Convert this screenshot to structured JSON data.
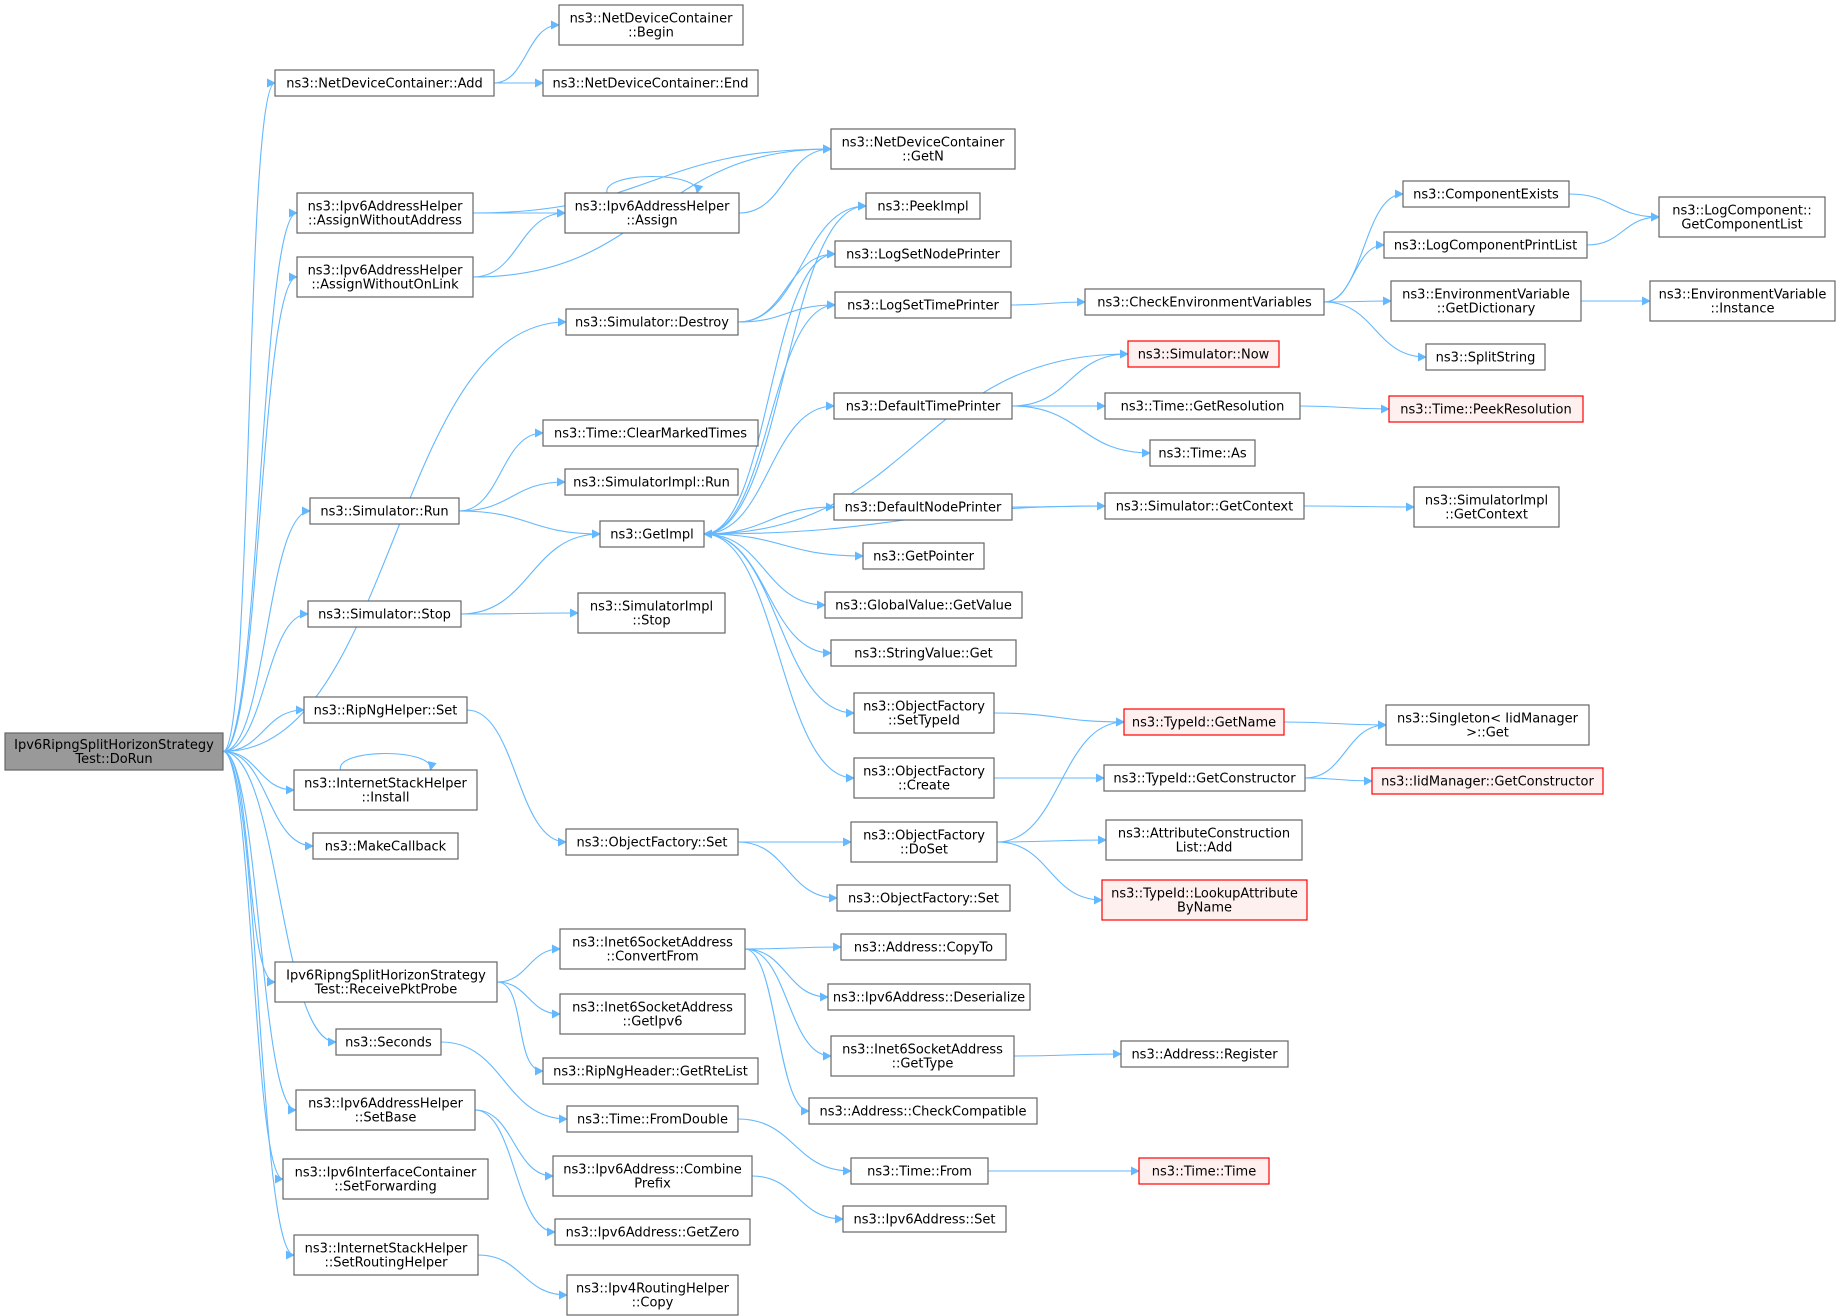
{
  "colors": {
    "edge": "#63b8ff",
    "box_border": "#666666",
    "box_fill": "#ffffff",
    "root_fill": "#999999",
    "root_border": "#666666",
    "truncated_border": "#ff0000",
    "truncated_fill": "#fff0f0"
  },
  "nodes": [
    {
      "id": "root",
      "lines": [
        "Ipv6RipngSplitHorizonStrategy",
        "Test::DoRun"
      ],
      "style": "root"
    },
    {
      "id": "ndc_add",
      "lines": [
        "ns3::NetDeviceContainer::Add"
      ],
      "style": "normal"
    },
    {
      "id": "ndc_begin",
      "lines": [
        "ns3::NetDeviceContainer",
        "::Begin"
      ],
      "style": "normal"
    },
    {
      "id": "ndc_end",
      "lines": [
        "ns3::NetDeviceContainer::End"
      ],
      "style": "normal"
    },
    {
      "id": "ndc_getn",
      "lines": [
        "ns3::NetDeviceContainer",
        "::GetN"
      ],
      "style": "normal"
    },
    {
      "id": "awa",
      "lines": [
        "ns3::Ipv6AddressHelper",
        "::AssignWithoutAddress"
      ],
      "style": "normal"
    },
    {
      "id": "awol",
      "lines": [
        "ns3::Ipv6AddressHelper",
        "::AssignWithoutOnLink"
      ],
      "style": "normal"
    },
    {
      "id": "assign",
      "lines": [
        "ns3::Ipv6AddressHelper",
        "::Assign"
      ],
      "style": "normal"
    },
    {
      "id": "destroy",
      "lines": [
        "ns3::Simulator::Destroy"
      ],
      "style": "normal"
    },
    {
      "id": "peekimpl",
      "lines": [
        "ns3::PeekImpl"
      ],
      "style": "normal"
    },
    {
      "id": "logsetnode",
      "lines": [
        "ns3::LogSetNodePrinter"
      ],
      "style": "normal"
    },
    {
      "id": "logsettime",
      "lines": [
        "ns3::LogSetTimePrinter"
      ],
      "style": "normal"
    },
    {
      "id": "checkenv",
      "lines": [
        "ns3::CheckEnvironmentVariables"
      ],
      "style": "normal"
    },
    {
      "id": "compexists",
      "lines": [
        "ns3::ComponentExists"
      ],
      "style": "normal"
    },
    {
      "id": "logcompprint",
      "lines": [
        "ns3::LogComponentPrintList"
      ],
      "style": "normal"
    },
    {
      "id": "getcomplist",
      "lines": [
        "ns3::LogComponent::",
        "GetComponentList"
      ],
      "style": "normal"
    },
    {
      "id": "envdict",
      "lines": [
        "ns3::EnvironmentVariable",
        "::GetDictionary"
      ],
      "style": "normal"
    },
    {
      "id": "envinst",
      "lines": [
        "ns3::EnvironmentVariable",
        "::Instance"
      ],
      "style": "normal"
    },
    {
      "id": "splitstring",
      "lines": [
        "ns3::SplitString"
      ],
      "style": "normal"
    },
    {
      "id": "simnow",
      "lines": [
        "ns3::Simulator::Now"
      ],
      "style": "truncated"
    },
    {
      "id": "deftimeprinter",
      "lines": [
        "ns3::DefaultTimePrinter"
      ],
      "style": "normal"
    },
    {
      "id": "getres",
      "lines": [
        "ns3::Time::GetResolution"
      ],
      "style": "normal"
    },
    {
      "id": "peekres",
      "lines": [
        "ns3::Time::PeekResolution"
      ],
      "style": "truncated"
    },
    {
      "id": "timeas",
      "lines": [
        "ns3::Time::As"
      ],
      "style": "normal"
    },
    {
      "id": "clearmarked",
      "lines": [
        "ns3::Time::ClearMarkedTimes"
      ],
      "style": "normal"
    },
    {
      "id": "simrun",
      "lines": [
        "ns3::Simulator::Run"
      ],
      "style": "normal"
    },
    {
      "id": "simimplrun",
      "lines": [
        "ns3::SimulatorImpl::Run"
      ],
      "style": "normal"
    },
    {
      "id": "getimpl",
      "lines": [
        "ns3::GetImpl"
      ],
      "style": "normal"
    },
    {
      "id": "defnodeprinter",
      "lines": [
        "ns3::DefaultNodePrinter"
      ],
      "style": "normal"
    },
    {
      "id": "simgetctx",
      "lines": [
        "ns3::Simulator::GetContext"
      ],
      "style": "normal"
    },
    {
      "id": "simimplgetctx",
      "lines": [
        "ns3::SimulatorImpl",
        "::GetContext"
      ],
      "style": "normal"
    },
    {
      "id": "getpointer",
      "lines": [
        "ns3::GetPointer"
      ],
      "style": "normal"
    },
    {
      "id": "gvgetvalue",
      "lines": [
        "ns3::GlobalValue::GetValue"
      ],
      "style": "normal"
    },
    {
      "id": "simstop",
      "lines": [
        "ns3::Simulator::Stop"
      ],
      "style": "normal"
    },
    {
      "id": "simimplstop",
      "lines": [
        "ns3::SimulatorImpl",
        "::Stop"
      ],
      "style": "normal"
    },
    {
      "id": "strvalget",
      "lines": [
        "ns3::StringValue::Get"
      ],
      "style": "normal"
    },
    {
      "id": "ripngset",
      "lines": [
        "ns3::RipNgHelper::Set"
      ],
      "style": "normal"
    },
    {
      "id": "ofsettypeid",
      "lines": [
        "ns3::ObjectFactory",
        "::SetTypeId"
      ],
      "style": "normal"
    },
    {
      "id": "typeidgetname",
      "lines": [
        "ns3::TypeId::GetName"
      ],
      "style": "truncated"
    },
    {
      "id": "singletonget",
      "lines": [
        "ns3::Singleton< IidManager",
        ">::Get"
      ],
      "style": "normal"
    },
    {
      "id": "ishinstall",
      "lines": [
        "ns3::InternetStackHelper",
        "::Install"
      ],
      "style": "normal"
    },
    {
      "id": "ofcreate",
      "lines": [
        "ns3::ObjectFactory",
        "::Create"
      ],
      "style": "normal"
    },
    {
      "id": "typeidgetctor",
      "lines": [
        "ns3::TypeId::GetConstructor"
      ],
      "style": "normal"
    },
    {
      "id": "iidgetctor",
      "lines": [
        "ns3::IidManager::GetConstructor"
      ],
      "style": "truncated"
    },
    {
      "id": "makecallback",
      "lines": [
        "ns3::MakeCallback"
      ],
      "style": "normal"
    },
    {
      "id": "ofset",
      "lines": [
        "ns3::ObjectFactory::Set"
      ],
      "style": "normal"
    },
    {
      "id": "ofdoset",
      "lines": [
        "ns3::ObjectFactory",
        "::DoSet"
      ],
      "style": "normal"
    },
    {
      "id": "attrconstadd",
      "lines": [
        "ns3::AttributeConstruction",
        "List::Add"
      ],
      "style": "normal"
    },
    {
      "id": "lookupattr",
      "lines": [
        "ns3::TypeId::LookupAttribute",
        "ByName"
      ],
      "style": "truncated"
    },
    {
      "id": "ofset2",
      "lines": [
        "ns3::ObjectFactory::Set"
      ],
      "style": "normal"
    },
    {
      "id": "recvprobe",
      "lines": [
        "Ipv6RipngSplitHorizonStrategy",
        "Test::ReceivePktProbe"
      ],
      "style": "normal"
    },
    {
      "id": "i6convfrom",
      "lines": [
        "ns3::Inet6SocketAddress",
        "::ConvertFrom"
      ],
      "style": "normal"
    },
    {
      "id": "addrcopyto",
      "lines": [
        "ns3::Address::CopyTo"
      ],
      "style": "normal"
    },
    {
      "id": "i6deser",
      "lines": [
        "ns3::Ipv6Address::Deserialize"
      ],
      "style": "normal"
    },
    {
      "id": "i6getipv6",
      "lines": [
        "ns3::Inet6SocketAddress",
        "::GetIpv6"
      ],
      "style": "normal"
    },
    {
      "id": "i6gettype",
      "lines": [
        "ns3::Inet6SocketAddress",
        "::GetType"
      ],
      "style": "normal"
    },
    {
      "id": "addrregister",
      "lines": [
        "ns3::Address::Register"
      ],
      "style": "normal"
    },
    {
      "id": "seconds",
      "lines": [
        "ns3::Seconds"
      ],
      "style": "normal"
    },
    {
      "id": "getrtelist",
      "lines": [
        "ns3::RipNgHeader::GetRteList"
      ],
      "style": "normal"
    },
    {
      "id": "checkcompat",
      "lines": [
        "ns3::Address::CheckCompatible"
      ],
      "style": "normal"
    },
    {
      "id": "setbase",
      "lines": [
        "ns3::Ipv6AddressHelper",
        "::SetBase"
      ],
      "style": "normal"
    },
    {
      "id": "fromdouble",
      "lines": [
        "ns3::Time::FromDouble"
      ],
      "style": "normal"
    },
    {
      "id": "timefrom",
      "lines": [
        "ns3::Time::From"
      ],
      "style": "normal"
    },
    {
      "id": "timetime",
      "lines": [
        "ns3::Time::Time"
      ],
      "style": "truncated"
    },
    {
      "id": "setfwd",
      "lines": [
        "ns3::Ipv6InterfaceContainer",
        "::SetForwarding"
      ],
      "style": "normal"
    },
    {
      "id": "combprefix",
      "lines": [
        "ns3::Ipv6Address::Combine",
        "Prefix"
      ],
      "style": "normal"
    },
    {
      "id": "i6addrset",
      "lines": [
        "ns3::Ipv6Address::Set"
      ],
      "style": "normal"
    },
    {
      "id": "getzero",
      "lines": [
        "ns3::Ipv6Address::GetZero"
      ],
      "style": "normal"
    },
    {
      "id": "setrouting",
      "lines": [
        "ns3::InternetStackHelper",
        "::SetRoutingHelper"
      ],
      "style": "normal"
    },
    {
      "id": "ipv4copy",
      "lines": [
        "ns3::Ipv4RoutingHelper",
        "::Copy"
      ],
      "style": "normal"
    }
  ],
  "edges": [
    [
      "root",
      "ndc_add"
    ],
    [
      "root",
      "awa"
    ],
    [
      "root",
      "awol"
    ],
    [
      "root",
      "destroy"
    ],
    [
      "root",
      "simrun"
    ],
    [
      "root",
      "simstop"
    ],
    [
      "root",
      "ripngset"
    ],
    [
      "root",
      "ishinstall"
    ],
    [
      "root",
      "makecallback"
    ],
    [
      "root",
      "recvprobe"
    ],
    [
      "root",
      "seconds"
    ],
    [
      "root",
      "setbase"
    ],
    [
      "root",
      "setfwd"
    ],
    [
      "root",
      "setrouting"
    ],
    [
      "ndc_add",
      "ndc_begin"
    ],
    [
      "ndc_add",
      "ndc_end"
    ],
    [
      "awa",
      "ndc_getn"
    ],
    [
      "awa",
      "assign"
    ],
    [
      "awol",
      "assign"
    ],
    [
      "awol",
      "ndc_getn"
    ],
    [
      "assign",
      "assign"
    ],
    [
      "assign",
      "ndc_getn"
    ],
    [
      "destroy",
      "peekimpl"
    ],
    [
      "destroy",
      "logsetnode"
    ],
    [
      "destroy",
      "logsettime"
    ],
    [
      "logsettime",
      "checkenv"
    ],
    [
      "checkenv",
      "compexists"
    ],
    [
      "checkenv",
      "logcompprint"
    ],
    [
      "checkenv",
      "envdict"
    ],
    [
      "checkenv",
      "splitstring"
    ],
    [
      "compexists",
      "getcomplist"
    ],
    [
      "logcompprint",
      "getcomplist"
    ],
    [
      "envdict",
      "envinst"
    ],
    [
      "simrun",
      "clearmarked"
    ],
    [
      "simrun",
      "simimplrun"
    ],
    [
      "simrun",
      "getimpl"
    ],
    [
      "simstop",
      "getimpl"
    ],
    [
      "simstop",
      "simimplstop"
    ],
    [
      "getimpl",
      "peekimpl"
    ],
    [
      "getimpl",
      "logsetnode"
    ],
    [
      "getimpl",
      "logsettime"
    ],
    [
      "getimpl",
      "deftimeprinter"
    ],
    [
      "getimpl",
      "defnodeprinter"
    ],
    [
      "getimpl",
      "getpointer"
    ],
    [
      "getimpl",
      "gvgetvalue"
    ],
    [
      "getimpl",
      "strvalget"
    ],
    [
      "getimpl",
      "ofsettypeid"
    ],
    [
      "getimpl",
      "ofcreate"
    ],
    [
      "simnow",
      "getimpl"
    ],
    [
      "simgetctx",
      "getimpl"
    ],
    [
      "deftimeprinter",
      "simnow"
    ],
    [
      "deftimeprinter",
      "getres"
    ],
    [
      "deftimeprinter",
      "timeas"
    ],
    [
      "getres",
      "peekres"
    ],
    [
      "defnodeprinter",
      "simgetctx"
    ],
    [
      "simgetctx",
      "simimplgetctx"
    ],
    [
      "ofsettypeid",
      "typeidgetname"
    ],
    [
      "typeidgetname",
      "singletonget"
    ],
    [
      "ofcreate",
      "typeidgetctor"
    ],
    [
      "typeidgetctor",
      "singletonget"
    ],
    [
      "typeidgetctor",
      "iidgetctor"
    ],
    [
      "ishinstall",
      "ishinstall"
    ],
    [
      "ripngset",
      "ofset"
    ],
    [
      "ofset",
      "ofdoset"
    ],
    [
      "ofset",
      "ofset2"
    ],
    [
      "ofdoset",
      "typeidgetname"
    ],
    [
      "ofdoset",
      "attrconstadd"
    ],
    [
      "ofdoset",
      "lookupattr"
    ],
    [
      "recvprobe",
      "i6convfrom"
    ],
    [
      "recvprobe",
      "i6getipv6"
    ],
    [
      "recvprobe",
      "getrtelist"
    ],
    [
      "i6convfrom",
      "addrcopyto"
    ],
    [
      "i6convfrom",
      "i6deser"
    ],
    [
      "i6convfrom",
      "i6gettype"
    ],
    [
      "i6convfrom",
      "checkcompat"
    ],
    [
      "i6gettype",
      "addrregister"
    ],
    [
      "seconds",
      "fromdouble"
    ],
    [
      "fromdouble",
      "timefrom"
    ],
    [
      "timefrom",
      "timetime"
    ],
    [
      "setbase",
      "combprefix"
    ],
    [
      "setbase",
      "getzero"
    ],
    [
      "combprefix",
      "i6addrset"
    ],
    [
      "setrouting",
      "ipv4copy"
    ]
  ]
}
